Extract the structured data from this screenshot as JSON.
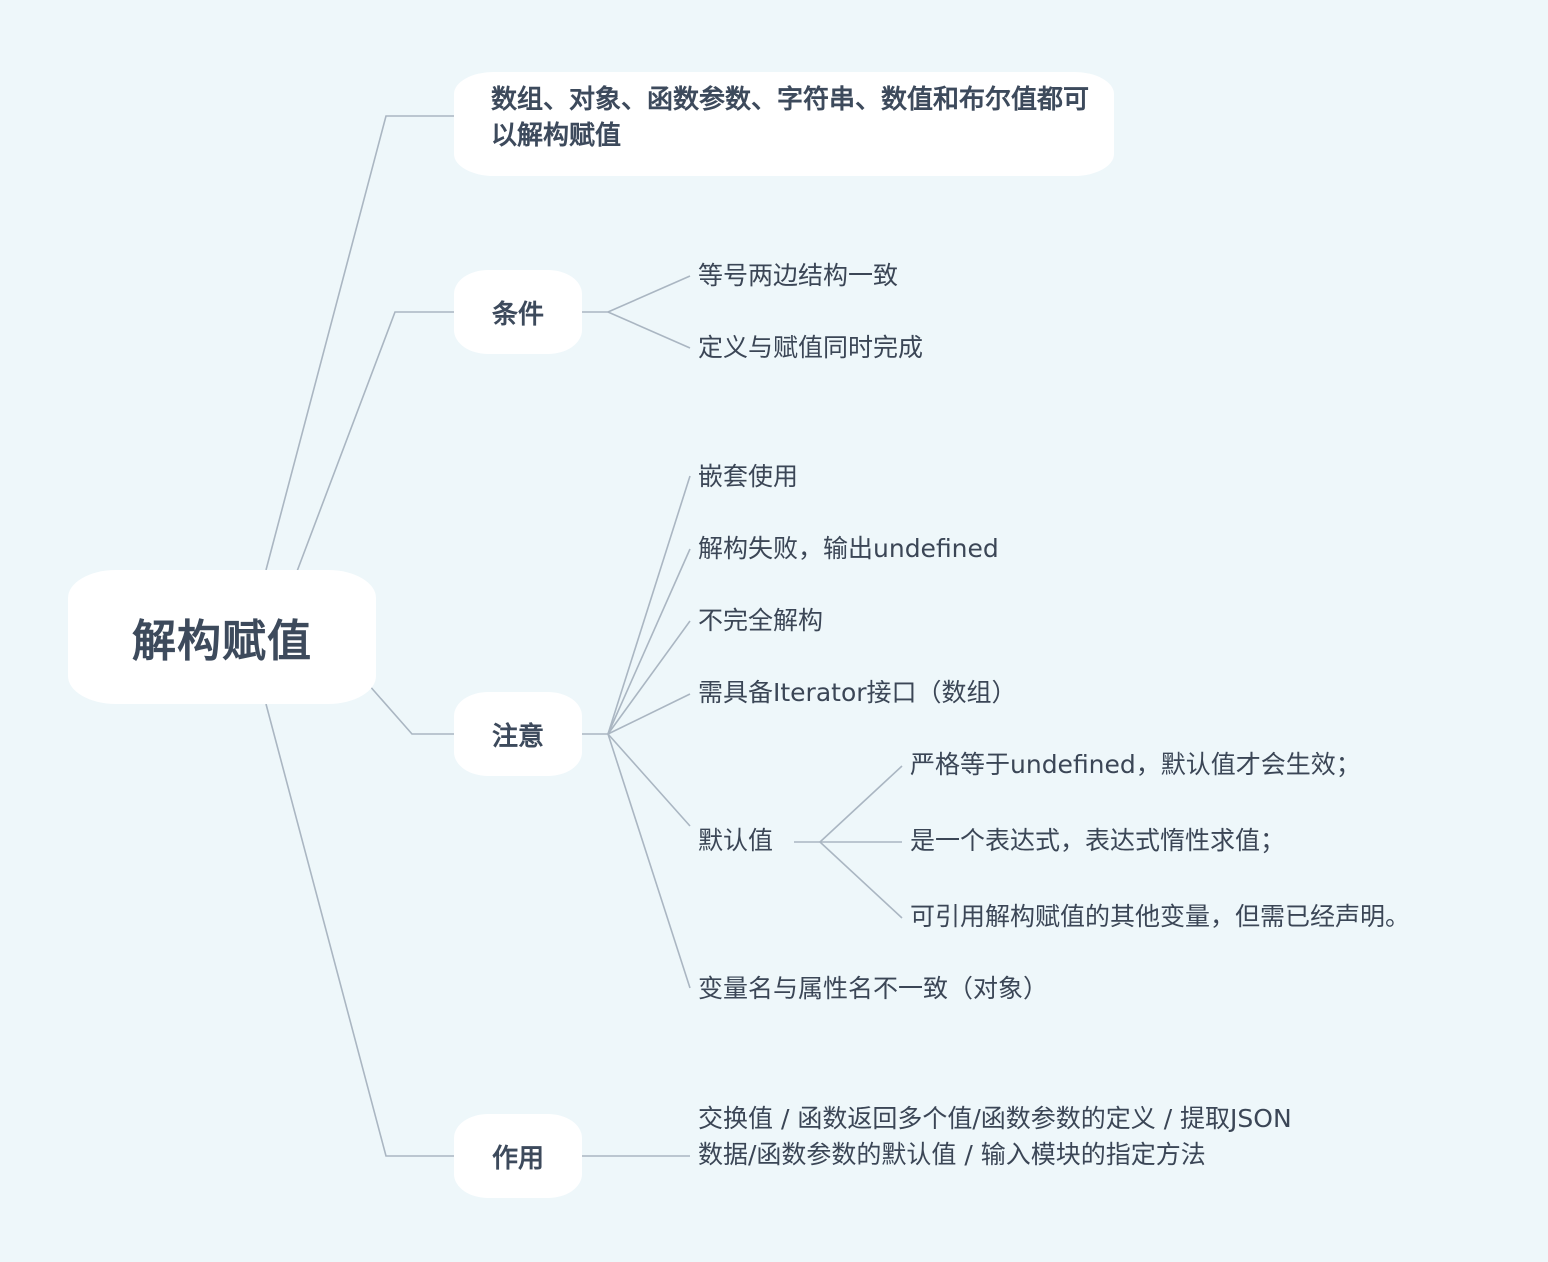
{
  "root": {
    "label": "解构赋值"
  },
  "branches": {
    "applicable": {
      "text": "数组、对象、函数参数、字符串、数值和布尔值都可以解构赋值"
    },
    "condition": {
      "label": "条件",
      "items": [
        "等号两边结构一致",
        "定义与赋值同时完成"
      ]
    },
    "notes": {
      "label": "注意",
      "items": [
        "嵌套使用",
        "解构失败，输出undefined",
        "不完全解构",
        "需具备Iterator接口（数组）",
        "默认值",
        "变量名与属性名不一致（对象）"
      ],
      "default_value_items": [
        "严格等于undefined，默认值才会生效；",
        "是一个表达式，表达式惰性求值；",
        "可引用解构赋值的其他变量，但需已经声明。"
      ]
    },
    "usage": {
      "label": "作用",
      "text": "交换值 / 函数返回多个值/函数参数的定义 / 提取JSON数据/函数参数的默认值 / 输入模块的指定方法"
    }
  },
  "colors": {
    "background": "#eef7fa",
    "node_fill": "#ffffff",
    "connector": "#aab6c2",
    "text": "#3b4656"
  }
}
